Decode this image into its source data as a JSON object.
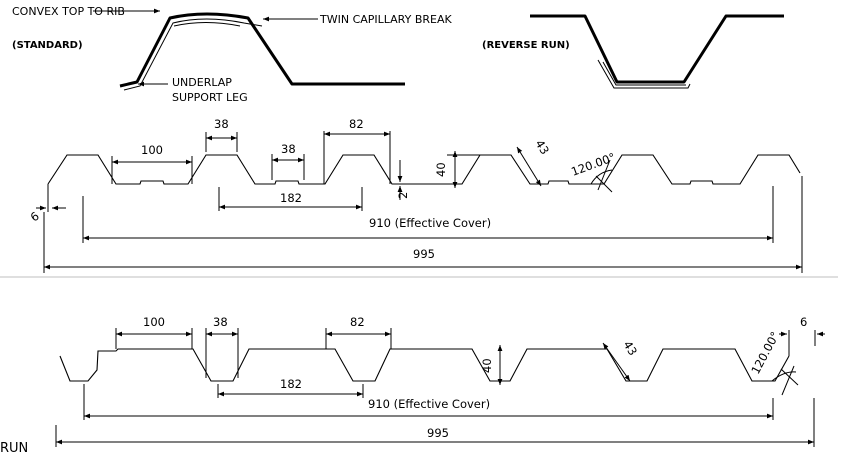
{
  "top_detail": {
    "convex_label": "CONVEX TOP TO RIB",
    "capillary_label": "TWIN CAPILLARY BREAK",
    "standard_label": "(STANDARD)",
    "underlap_label_line1": "UNDERLAP",
    "underlap_label_line2": "SUPPORT LEG",
    "reverse_label": "(REVERSE RUN)"
  },
  "standard_profile": {
    "dim_100": "100",
    "dim_38_top": "38",
    "dim_38_pan": "38",
    "dim_82": "82",
    "dim_182": "182",
    "dim_2": "2",
    "dim_40": "40",
    "dim_43": "43",
    "angle": "120.00°",
    "dim_6": "6",
    "effective_cover": "910 (Effective Cover)",
    "overall": "995"
  },
  "reverse_profile": {
    "dim_100": "100",
    "dim_38": "38",
    "dim_82": "82",
    "dim_182": "182",
    "dim_40": "40",
    "dim_43": "43",
    "angle": "120.00°",
    "dim_6": "6",
    "effective_cover": "910 (Effective Cover)",
    "overall": "995",
    "cut_label": "RUN"
  }
}
